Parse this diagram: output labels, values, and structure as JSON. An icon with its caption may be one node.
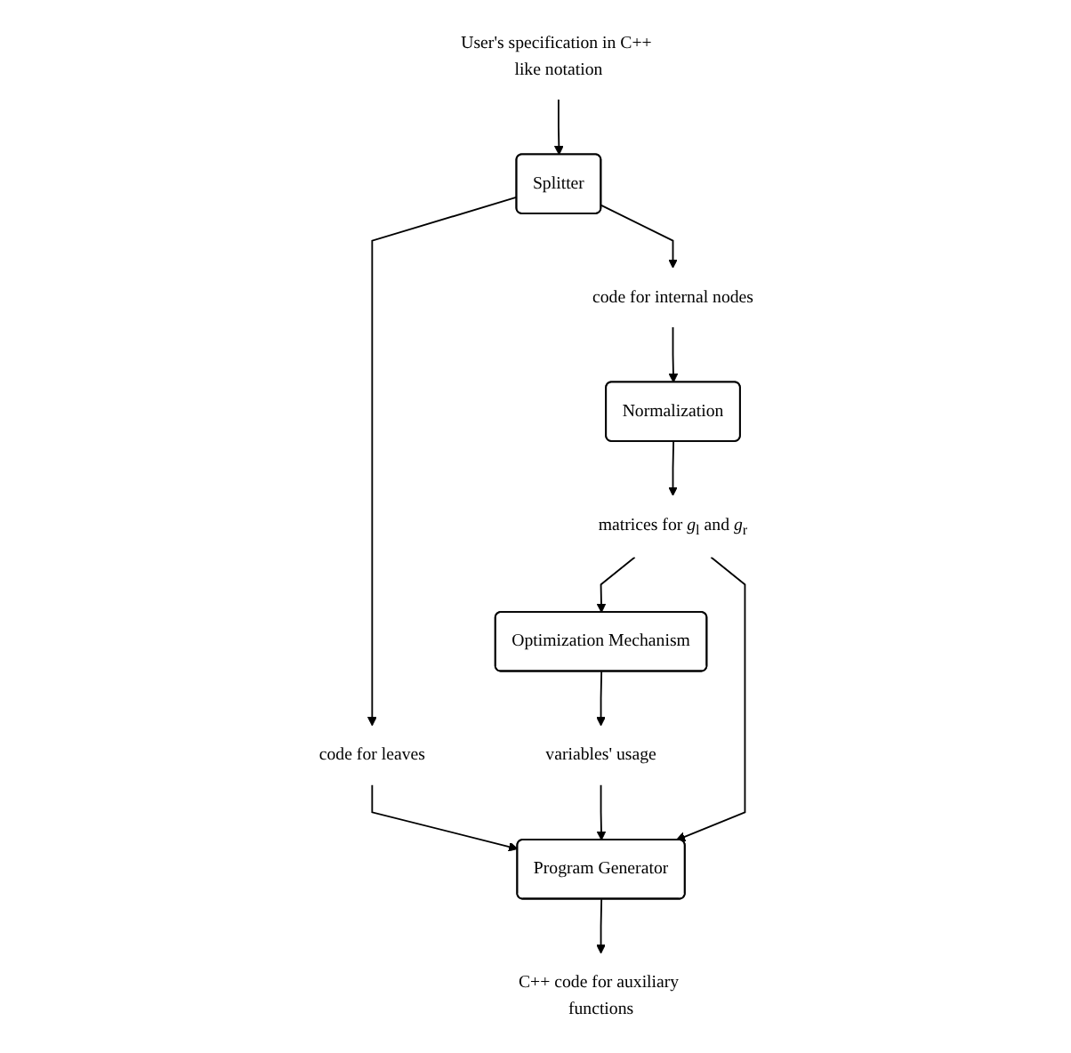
{
  "diagram": {
    "nodes": [
      {
        "text": [
          "User's specification in C++ like notation"
        ]
      },
      {
        "text": [
          "Splitter"
        ]
      },
      {
        "text": [
          "code for leaves"
        ]
      },
      {
        "text": [
          "code for internal nodes"
        ]
      },
      {
        "text": [
          "Normalization"
        ]
      },
      {
        "text": [
          "matrices for *g*$_{l}$ and *g*$_{r}$"
        ]
      },
      {
        "text": [
          "Optimization Mechanism"
        ]
      },
      {
        "text": [
          "variables' usage"
        ]
      },
      {
        "text": [
          "Program Generator"
        ]
      },
      {
        "text": [
          "C++ code for auxiliary functions"
        ]
      }
    ],
    "edges": [
      {
        "from": 0,
        "to": 1,
        "arrow": "to"
      },
      {
        "from": 1,
        "to": 2,
        "arrow": "to"
      },
      {
        "from": 1,
        "to": 3,
        "arrow": "to"
      },
      {
        "from": 3,
        "to": 4,
        "arrow": "to"
      },
      {
        "from": 4,
        "to": 5,
        "arrow": "to"
      },
      {
        "from": 5,
        "to": 6,
        "arrow": "to"
      },
      {
        "from": 6,
        "to": 7,
        "arrow": "to"
      },
      {
        "from": 2,
        "to": 8,
        "arrow": "to"
      },
      {
        "from": 7,
        "to": 8,
        "arrow": "to"
      },
      {
        "from": 5,
        "to": 8,
        "arrow": "to"
      },
      {
        "from": 8,
        "to": 9,
        "arrow": "to"
      }
    ]
  }
}
